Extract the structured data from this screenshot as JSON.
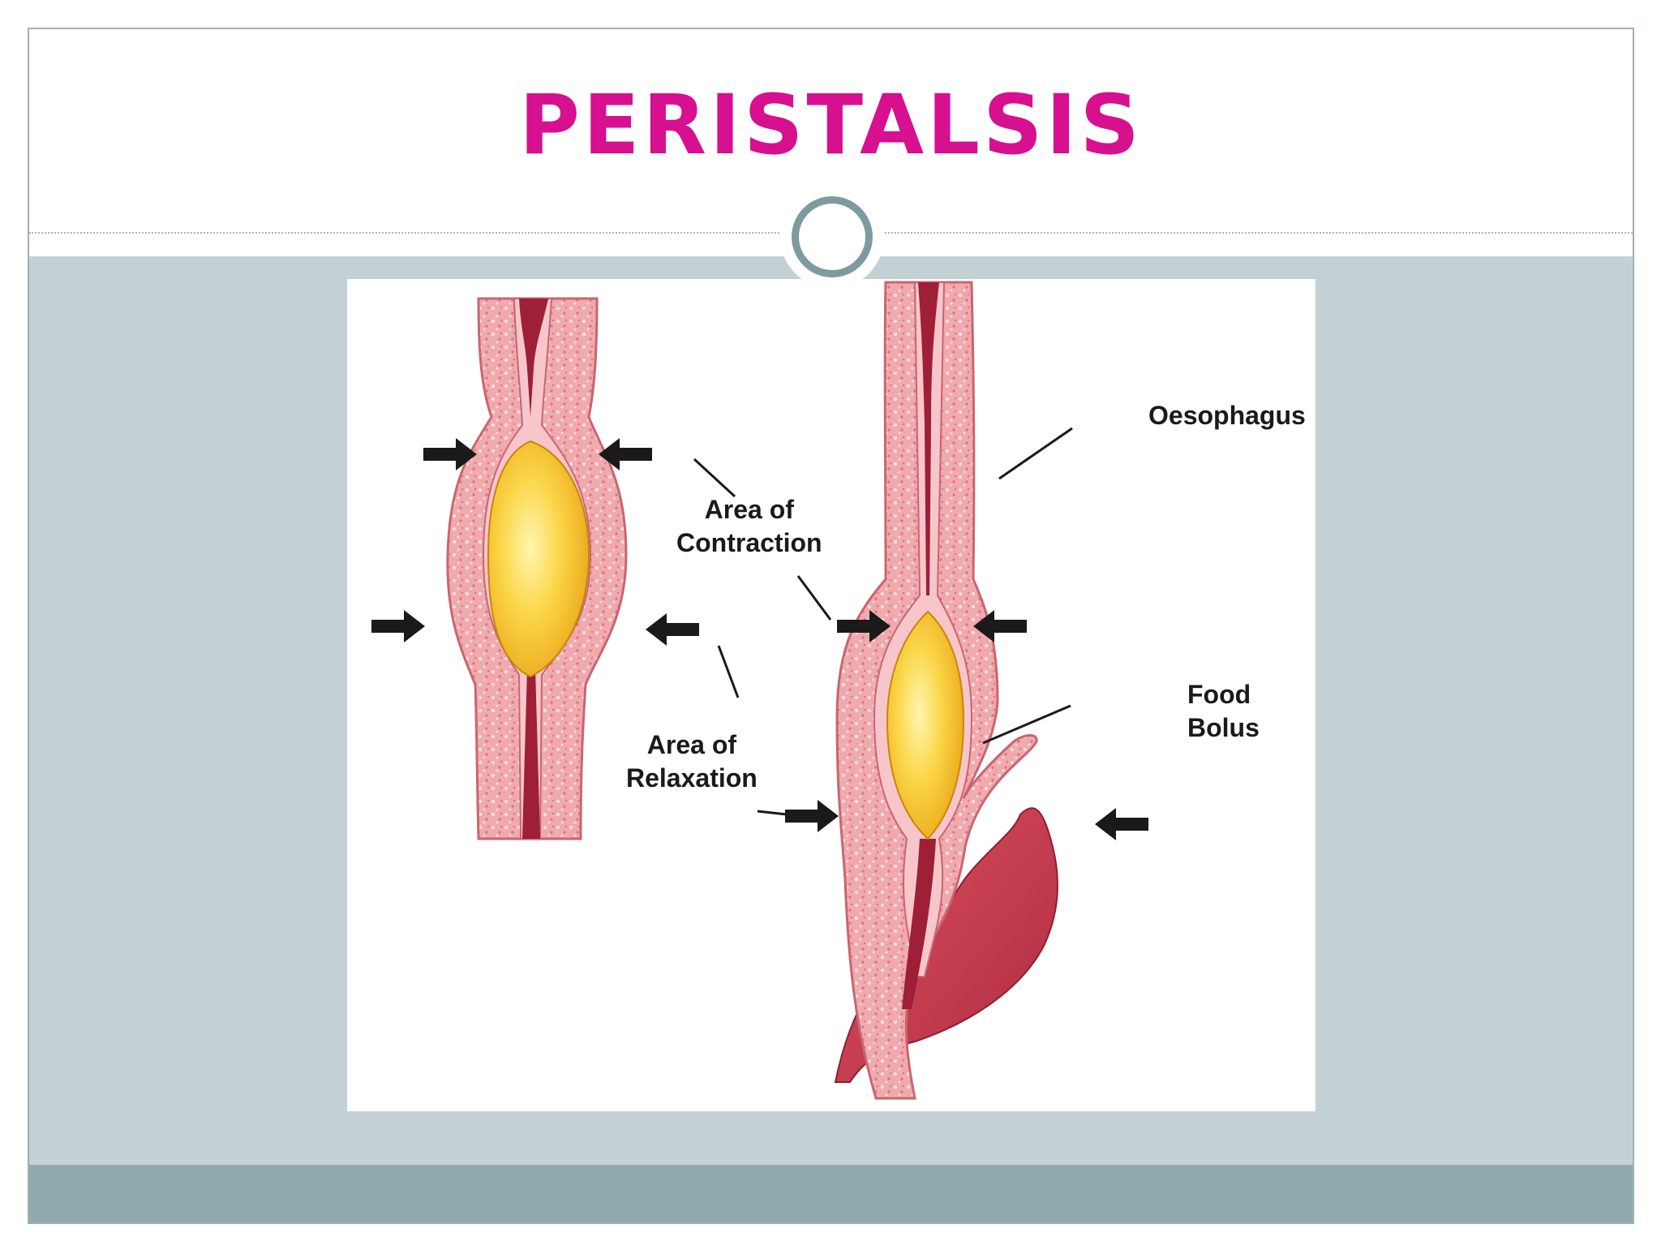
{
  "slide": {
    "title": "PERISTALSIS"
  },
  "diagram": {
    "labels": {
      "area_of_contraction": [
        "Area of",
        "Contraction"
      ],
      "area_of_relaxation": [
        "Area of",
        "Relaxation"
      ],
      "oesophagus": "Oesophagus",
      "food_bolus": [
        "Food",
        "Bolus"
      ]
    },
    "colors": {
      "title": "#d6108f",
      "tissue": "#f0aaae",
      "lumen": "#9e1f36",
      "bolus": "#f8c52c",
      "stomach": "#c6374d",
      "content_band": "#c4d1d4",
      "footer_band": "#8faaad",
      "ornament_ring": "#7d9b9f"
    }
  }
}
